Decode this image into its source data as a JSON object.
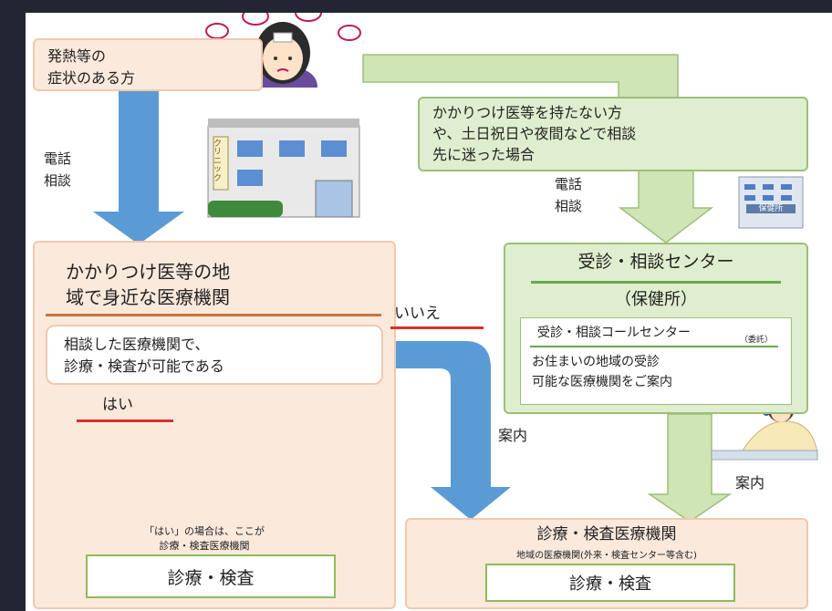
{
  "diagram": {
    "start": {
      "line1": "発熱等の",
      "line2": "症状のある方"
    },
    "left_path": {
      "label_line1": "電話",
      "label_line2": "相談",
      "clinic_sign": "クリニック"
    },
    "right_condition": {
      "line1": "かかりつけ医等を持たない方",
      "line2": "や、土日祝日や夜間などで相談",
      "line3": "先に迷った場合"
    },
    "right_path": {
      "label_line1": "電話",
      "label_line2": "相談",
      "hokenjo_sign": "保健所"
    },
    "local_clinic": {
      "title_line1": "かかりつけ医等の地",
      "title_line2": "域で身近な医療機関",
      "question_line1": "相談した医療機関で、",
      "question_line2": "診療・検査が可能である",
      "yes_label": "はい",
      "no_label": "いいえ",
      "note_line1": "「はい」の場合は、ここが",
      "note_line2": "診療・検査医療機関",
      "result_button": "診療・検査"
    },
    "center": {
      "title": "受診・相談センター",
      "subtitle": "（保健所）",
      "callcenter_title": "受診・相談コールセンター",
      "callcenter_note": "（委託）",
      "desc_line1": "お住まいの地域の受診",
      "desc_line2": "可能な医療機関をご案内"
    },
    "guide_label_left": "案内",
    "guide_label_right": "案内",
    "destination": {
      "title": "診療・検査医療機関",
      "subtitle": "地域の医療機関(外来・検査センター等含む)",
      "result_button": "診療・検査"
    }
  },
  "colors": {
    "peach": "#fbe9dc",
    "green": "#dfeece",
    "arrow_blue": "#5b9bd5",
    "arrow_green": "#cfe5b6",
    "underline_red": "#d9302e",
    "underline_orange": "#c8743d",
    "underline_green": "#6aa84f"
  }
}
